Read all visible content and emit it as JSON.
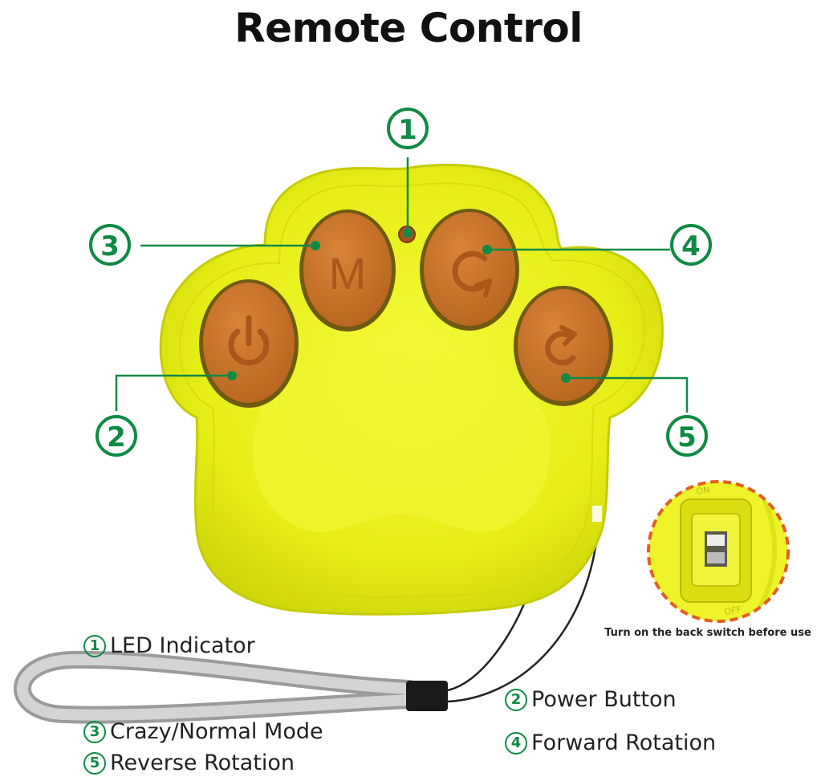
{
  "title": "Remote Control",
  "colors": {
    "accent_green": "#0f8a45",
    "paw_yellow": "#e9f018",
    "button_brown": "#c8742e",
    "switch_border": "#e0601f"
  },
  "callouts": [
    {
      "number": "1",
      "target": "LED Indicator"
    },
    {
      "number": "2",
      "target": "Power Button"
    },
    {
      "number": "3",
      "target": "Crazy/Normal Mode"
    },
    {
      "number": "4",
      "target": "Forward Rotation"
    },
    {
      "number": "5",
      "target": "Reverse Rotation"
    }
  ],
  "buttons": {
    "mode_letter": "M",
    "power_icon": "power-icon",
    "forward_icon": "rotate-clockwise-icon",
    "reverse_icon": "rotate-counterclockwise-icon"
  },
  "switch_detail": {
    "on_label": "ON",
    "off_label": "OFF",
    "caption": "Turn on the back switch before use"
  },
  "legend": [
    {
      "number": "①",
      "label": "LED Indicator"
    },
    {
      "number": "②",
      "label": "Power Button"
    },
    {
      "number": "③",
      "label": "Crazy/Normal Mode"
    },
    {
      "number": "④",
      "label": "Forward Rotation"
    },
    {
      "number": "⑤",
      "label": "Reverse Rotation"
    }
  ]
}
